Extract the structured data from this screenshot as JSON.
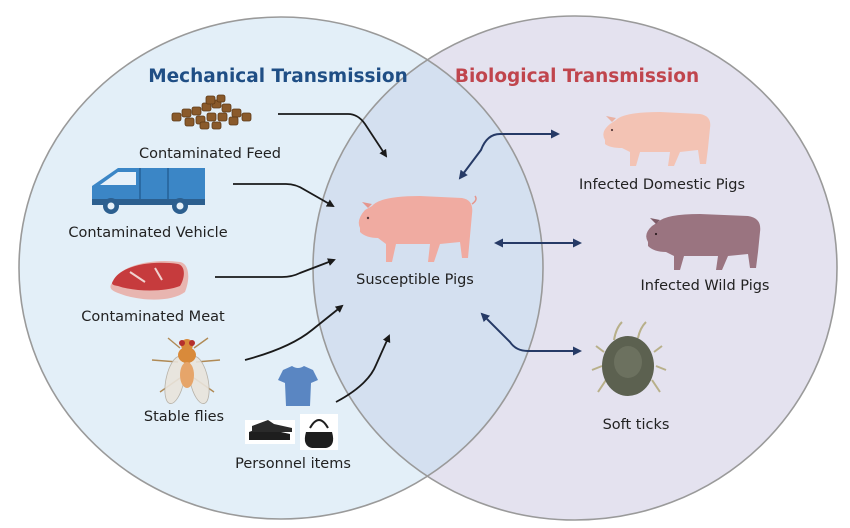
{
  "title": "Transmission routes to susceptible pigs",
  "colors": {
    "mechanical_fill": "#e3eff8",
    "biological_fill": "#e4e2ef",
    "overlap_fill": "#d4e0f0",
    "circle_stroke": "#9a9a9a",
    "mechanical_title": "#1f4e85",
    "biological_title": "#c0454d",
    "mechanical_arrow": "#1a1a1a",
    "biological_arrow": "#263a66"
  },
  "sets": {
    "mechanical": {
      "title": "Mechanical Transmission"
    },
    "biological": {
      "title": "Biological Transmission"
    }
  },
  "center": {
    "label": "Susceptible Pigs",
    "icon": "pig-icon"
  },
  "mechanical_sources": [
    {
      "label": "Contaminated Feed",
      "icon": "feed-pellets-icon"
    },
    {
      "label": "Contaminated Vehicle",
      "icon": "van-icon"
    },
    {
      "label": "Contaminated Meat",
      "icon": "meat-steak-icon"
    },
    {
      "label": "Stable flies",
      "icon": "fly-icon"
    },
    {
      "label": "Personnel items",
      "icon": "clothing-shoes-bag-icon"
    }
  ],
  "biological_sources": [
    {
      "label": "Infected Domestic Pigs",
      "icon": "domestic-pig-icon",
      "arrow": "bidirectional"
    },
    {
      "label": "Infected Wild Pigs",
      "icon": "wild-pig-icon",
      "arrow": "bidirectional"
    },
    {
      "label": "Soft ticks",
      "icon": "tick-icon",
      "arrow": "bidirectional"
    }
  ]
}
